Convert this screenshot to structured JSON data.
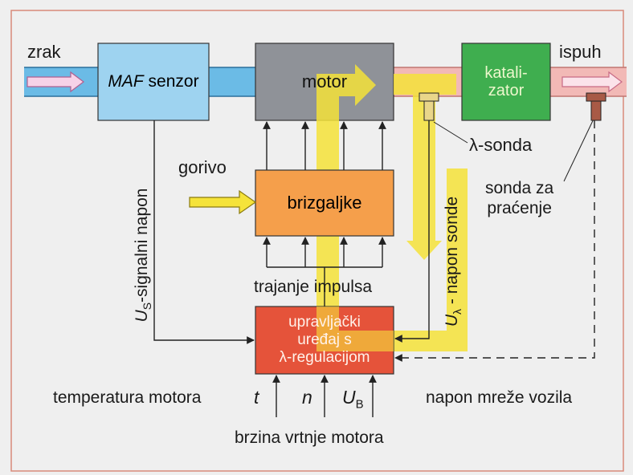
{
  "colors": {
    "background": "#efefef",
    "frame": "#d88a7a",
    "air_channel": "#6bbbe6",
    "exhaust_channel": "#f2b9b6",
    "maf_box": "#9ed3f0",
    "motor_box": "#8f9298",
    "catalyst_box": "#3fae4f",
    "injectors_box": "#f59f4b",
    "ecu_box": "#e5533a",
    "yellow_arrow": "#f5e33a",
    "line": "#222222"
  },
  "labels": {
    "air_in": "zrak",
    "exhaust_out": "ispuh",
    "maf_italic": "MAF",
    "maf_rest": " senzor",
    "motor": "motor",
    "catalyst_line1": "katali-",
    "catalyst_line2": "zator",
    "lambda_probe": "λ-sonda",
    "monitor_probe_line1": "sonda za",
    "monitor_probe_line2": "praćenje",
    "fuel": "gorivo",
    "injectors": "brizgaljke",
    "signal_voltage_symbol": "U",
    "signal_voltage_sub": "S",
    "signal_voltage_text": "-signalni napon",
    "probe_voltage_symbol": "U",
    "probe_voltage_sub": "λ",
    "probe_voltage_text": " - napon sonde",
    "pulse_duration": "trajanje impulsa",
    "ecu_line1": "upravljački",
    "ecu_line2": "uređaj s",
    "ecu_line3": "λ-regulacijom",
    "engine_temperature": "temperatura motora",
    "input_t": "t",
    "input_n": "n",
    "input_ub_symbol": "U",
    "input_ub_sub": "B",
    "vehicle_voltage": "napon mreže vozila",
    "engine_speed": "brzina vrtnje motora"
  }
}
